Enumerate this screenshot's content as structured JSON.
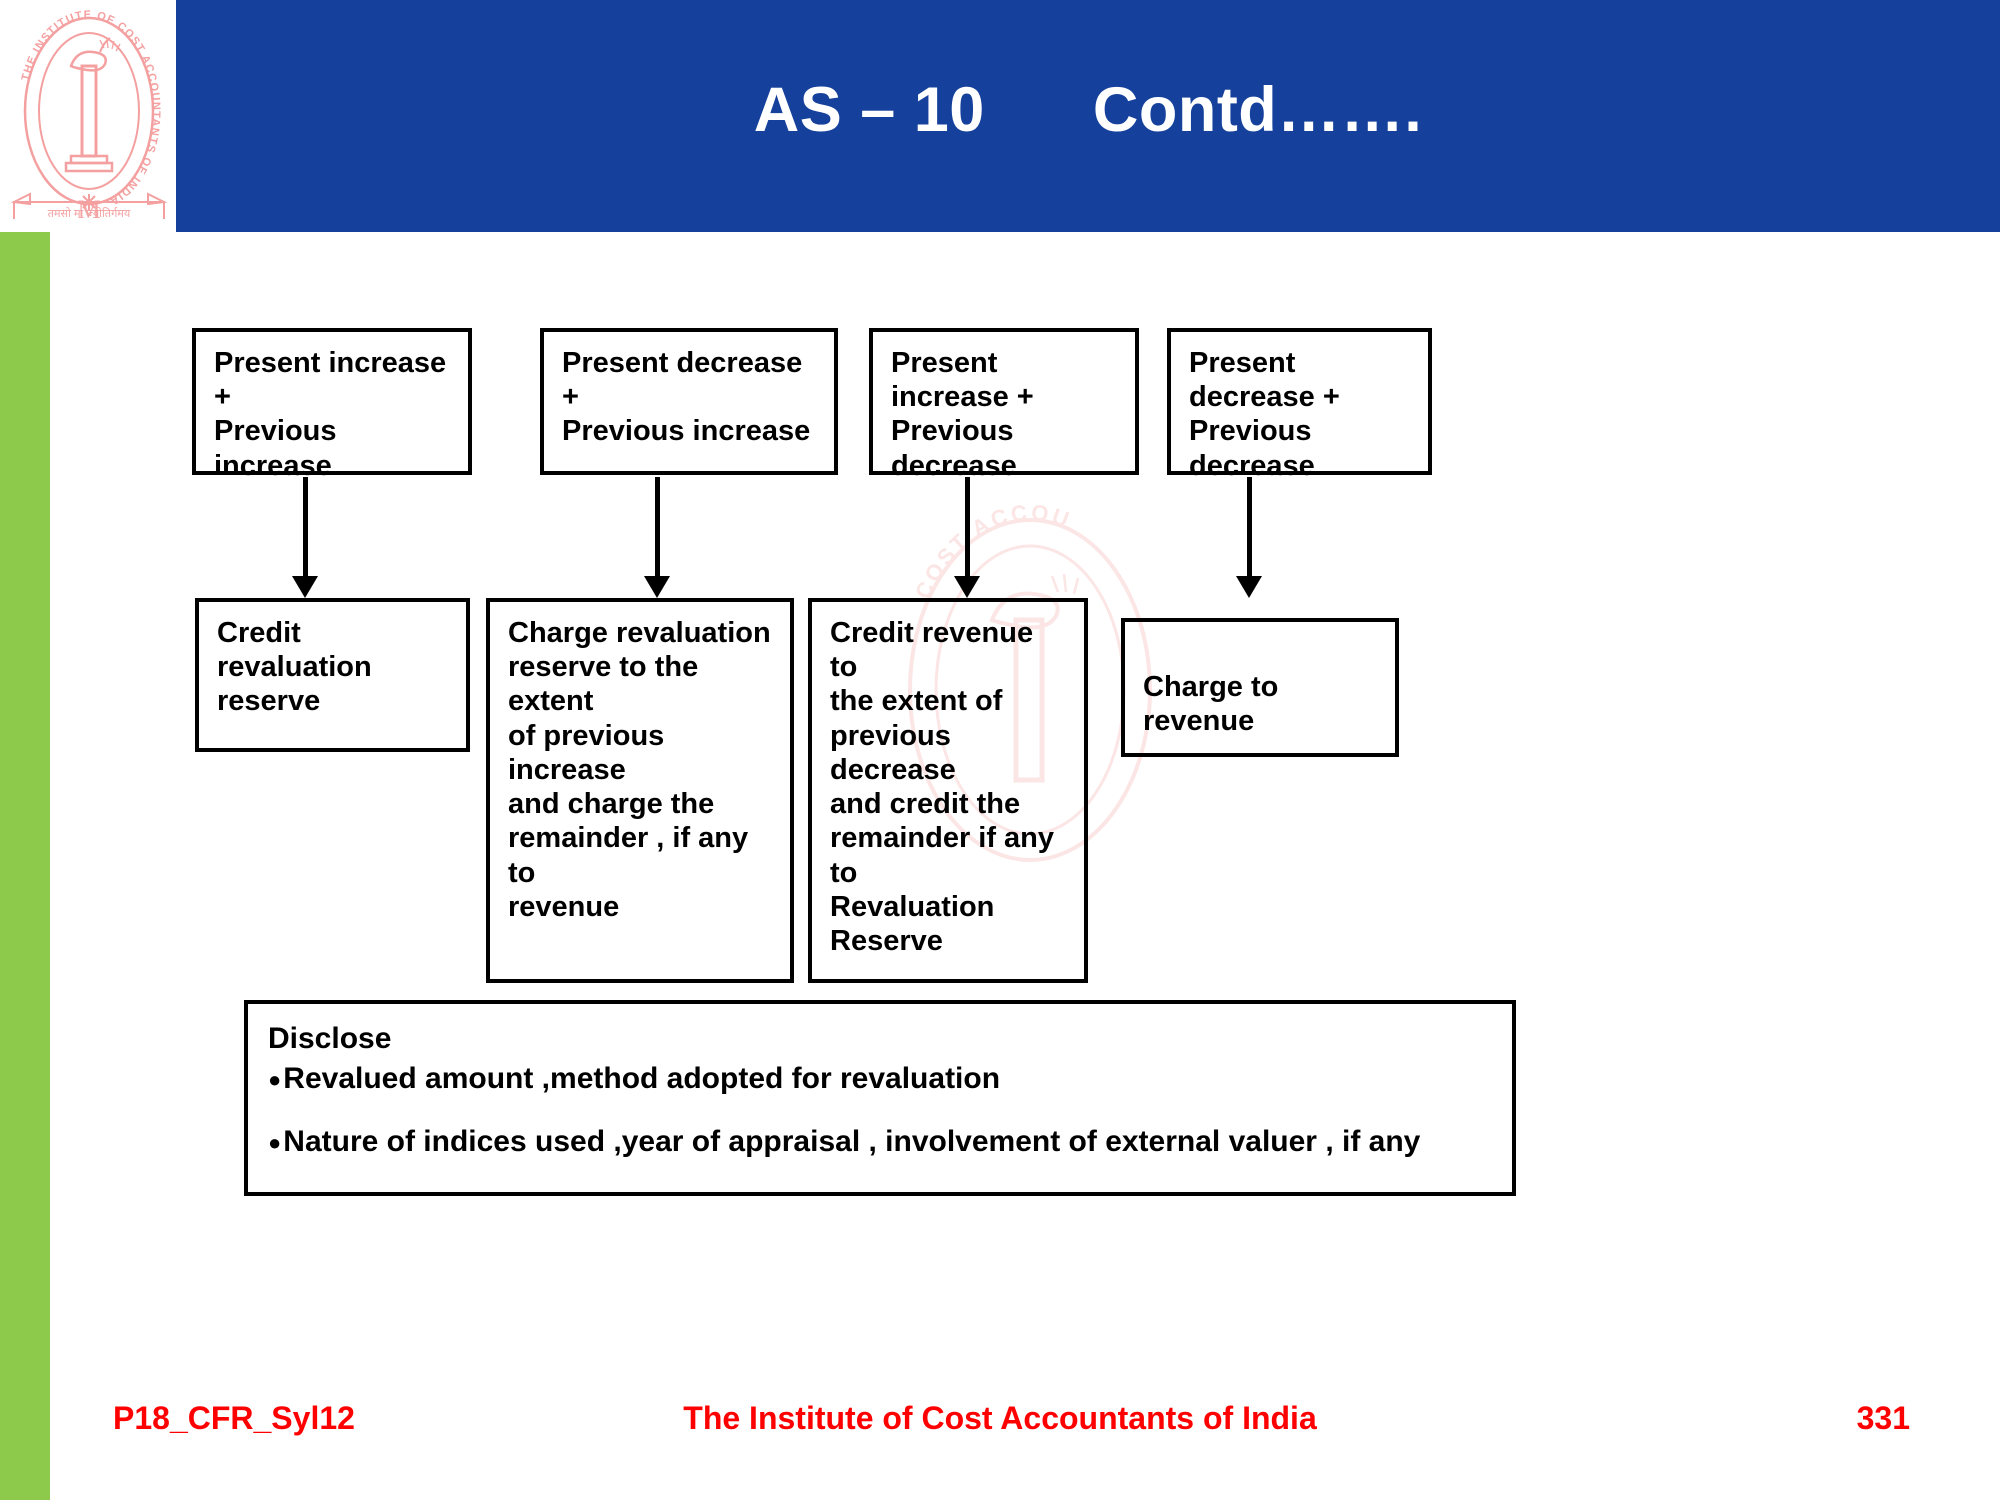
{
  "slide": {
    "title": "AS – 10      Contd…….",
    "colors": {
      "header_blue": "#15409B",
      "accent_green": "#8DC94B",
      "footer_red": "#FF0000",
      "logo_pink": "#F4A0A0",
      "box_border": "#000000"
    }
  },
  "logo": {
    "name": "institute-of-cost-accountants-of-india-logo",
    "ring_text_top": "THE INSTITUTE OF COST ACCOUNTANTS OF INDIA",
    "motto": "तमसो मा ज्योतिर्गमय",
    "monogram": "M"
  },
  "flow": {
    "top_row": [
      {
        "id": "top-1",
        "text": "Present increase +\nPrevious increase"
      },
      {
        "id": "top-2",
        "text": "Present decrease +\nPrevious increase"
      },
      {
        "id": "top-3",
        "text": "Present increase +\nPrevious decrease"
      },
      {
        "id": "top-4",
        "text": "Present decrease +\nPrevious decrease"
      }
    ],
    "bottom_row": [
      {
        "id": "bot-1",
        "text": "Credit revaluation\nreserve"
      },
      {
        "id": "bot-2",
        "text": "Charge revaluation\nreserve to the extent\nof previous increase\nand charge the\nremainder , if any to\nrevenue"
      },
      {
        "id": "bot-3",
        "text": "Credit revenue to\nthe extent of\nprevious decrease\nand credit the\nremainder if any to\nRevaluation\nReserve"
      },
      {
        "id": "bot-4",
        "text": "Charge to revenue"
      }
    ]
  },
  "disclose": {
    "title": "Disclose",
    "items": [
      "Revalued amount ,method adopted for revaluation",
      "Nature of indices used ,year of appraisal , involvement of external valuer , if any"
    ]
  },
  "footer": {
    "left": "P18_CFR_Syl12",
    "center": "The Institute of Cost Accountants of India",
    "page": "331"
  }
}
